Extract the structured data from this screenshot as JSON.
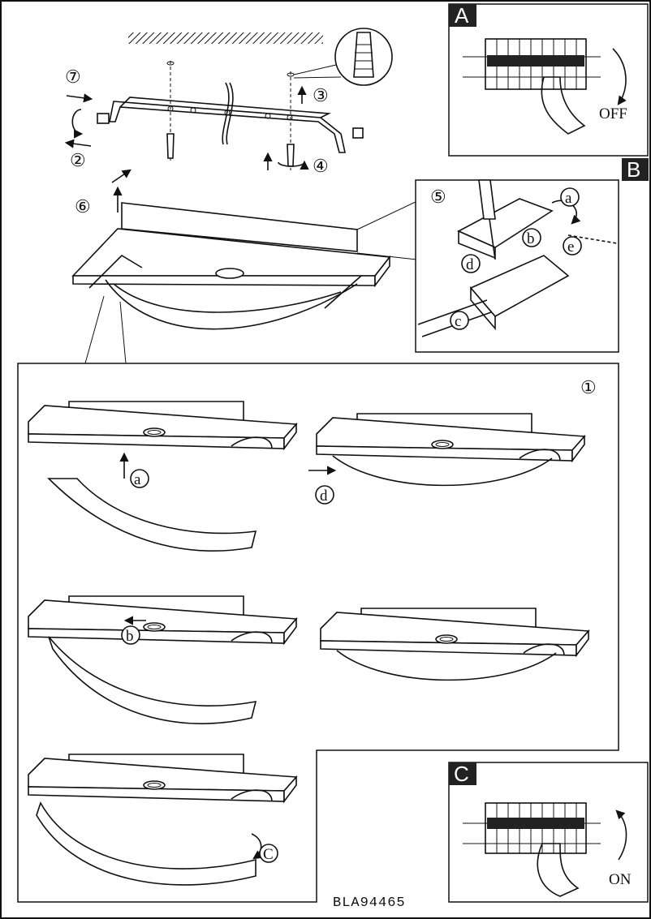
{
  "panels": {
    "A": {
      "tag": "A",
      "switch_label": "OFF"
    },
    "B": {
      "tag": "B",
      "step": "⑤",
      "labels": {
        "a": "a",
        "b": "b",
        "c": "c",
        "d": "d",
        "e": "e"
      }
    },
    "C": {
      "tag": "C",
      "switch_label": "ON"
    }
  },
  "steps": {
    "s7": "⑦",
    "s2": "②",
    "s3": "③",
    "s4": "④",
    "s6": "⑥",
    "s1": "①"
  },
  "substeps": {
    "a": "a",
    "b": "b",
    "c": "C",
    "d": "d"
  },
  "model_code": "BLA94465",
  "colors": {
    "ink": "#111111",
    "tag_bg": "#222222"
  }
}
